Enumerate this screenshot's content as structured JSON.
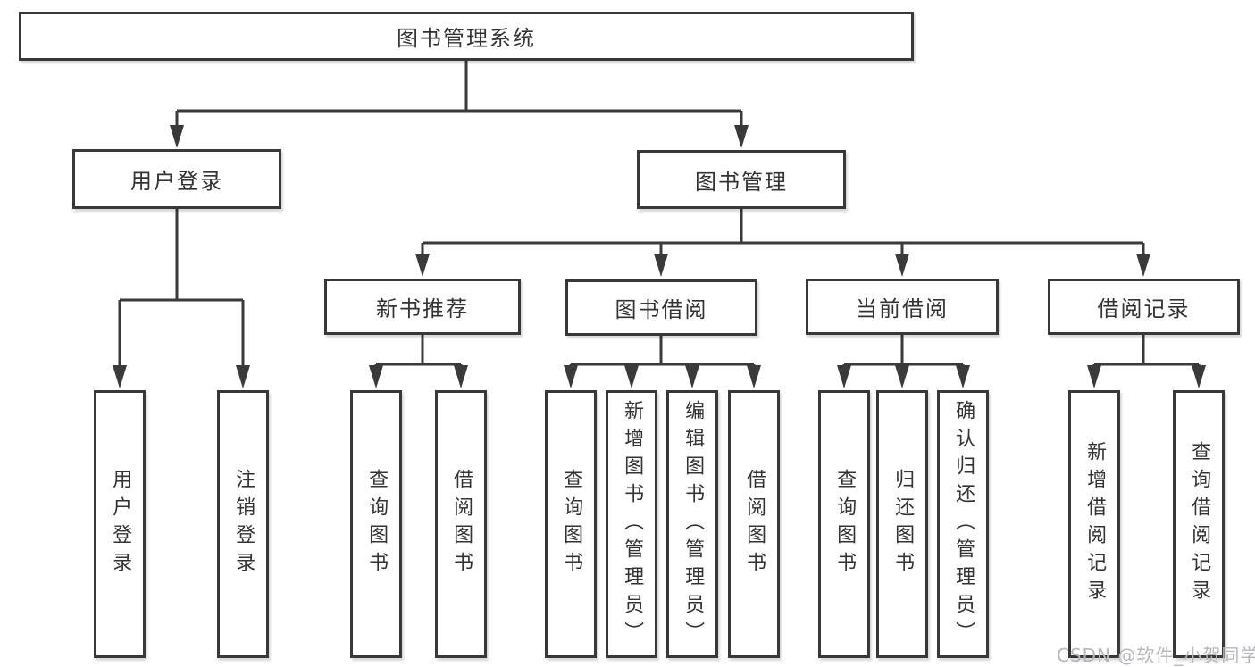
{
  "tree": {
    "root": {
      "label": "图书管理系统",
      "children": [
        {
          "label": "用户登录",
          "children": [
            {
              "label": "用户登录"
            },
            {
              "label": "注销登录"
            }
          ]
        },
        {
          "label": "图书管理",
          "children": [
            {
              "label": "新书推荐",
              "children": [
                {
                  "label": "查询图书"
                },
                {
                  "label": "借阅图书"
                }
              ]
            },
            {
              "label": "图书借阅",
              "children": [
                {
                  "label": "查询图书"
                },
                {
                  "label": "新增图书（管理员）"
                },
                {
                  "label": "编辑图书（管理员）"
                },
                {
                  "label": "借阅图书"
                }
              ]
            },
            {
              "label": "当前借阅",
              "children": [
                {
                  "label": "查询图书"
                },
                {
                  "label": "归还图书"
                },
                {
                  "label": "确认归还（管理员）"
                }
              ]
            },
            {
              "label": "借阅记录",
              "children": [
                {
                  "label": "新增借阅记录"
                },
                {
                  "label": "查询借阅记录"
                }
              ]
            }
          ]
        }
      ]
    }
  },
  "watermark": {
    "text": "CSDN @软件_小贺同学"
  },
  "colors": {
    "line": "#3a3a3a",
    "border": "#383838",
    "text": "#333333",
    "watermark": "#b4b8bd",
    "background": "#ffffff"
  }
}
